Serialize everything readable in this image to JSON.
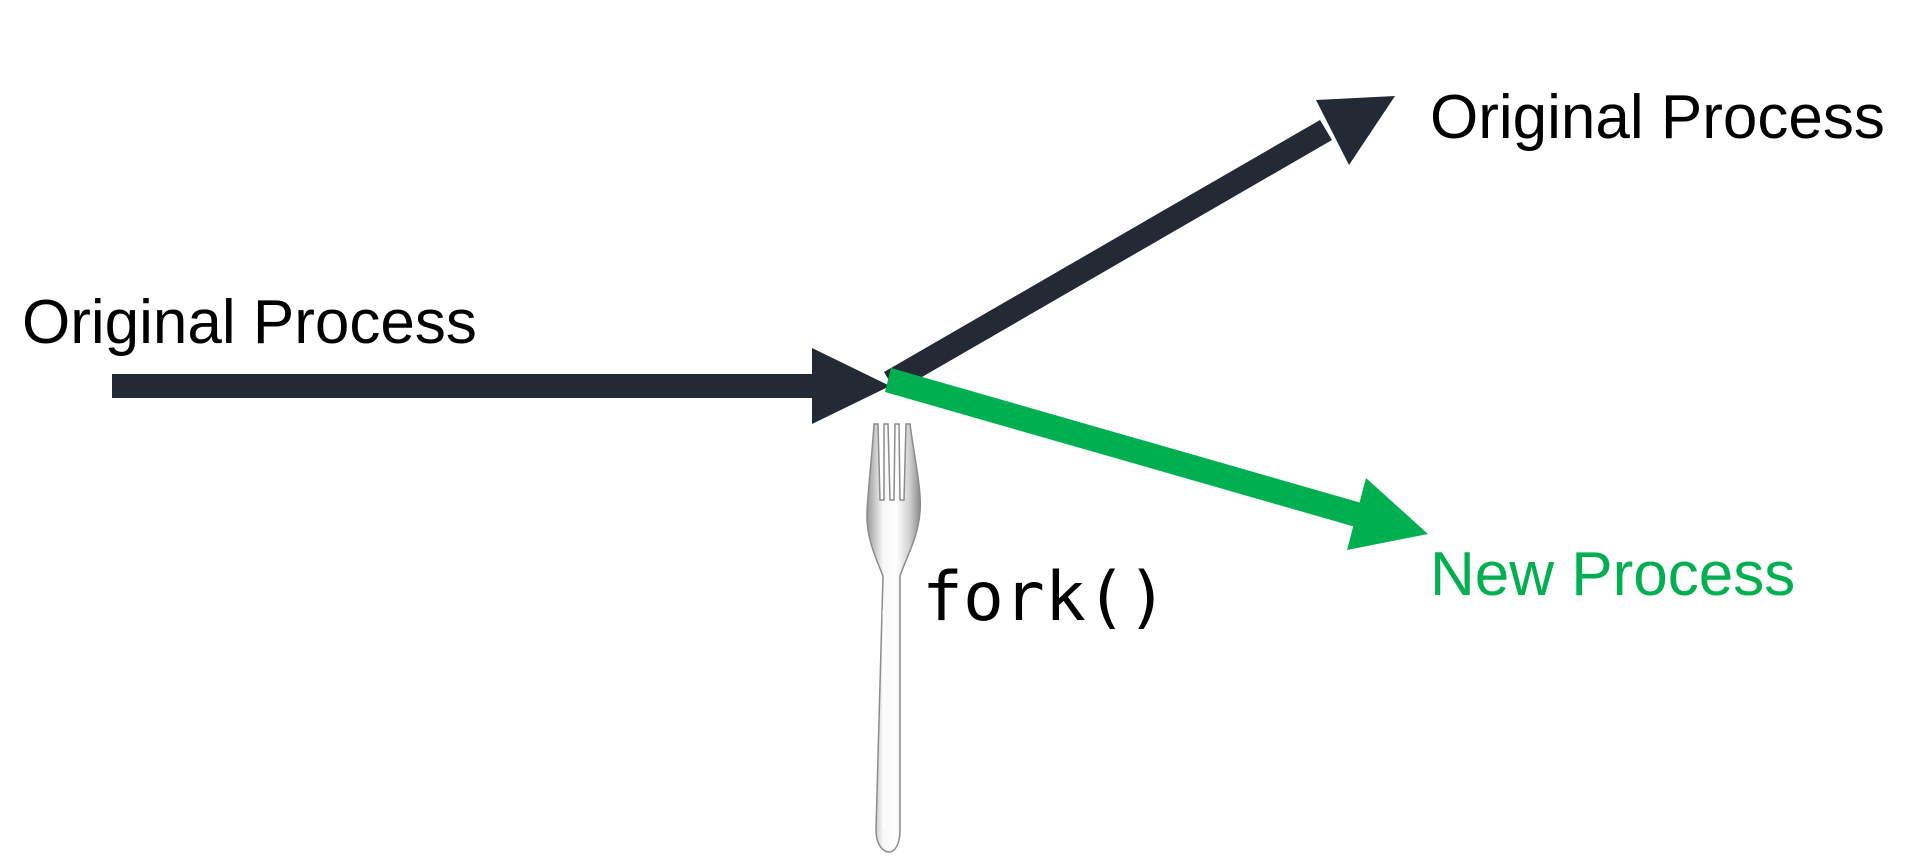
{
  "labels": {
    "input_process": "Original Process",
    "continuing_process": "Original Process",
    "new_process": "New Process",
    "call": "fork()"
  },
  "icons": {
    "fork": "fork-icon"
  },
  "colors": {
    "original": "#232a35",
    "new": "#00b050",
    "text": "#000000",
    "fork_light": "#f7f7f7",
    "fork_shadow": "#9a9a9a"
  }
}
